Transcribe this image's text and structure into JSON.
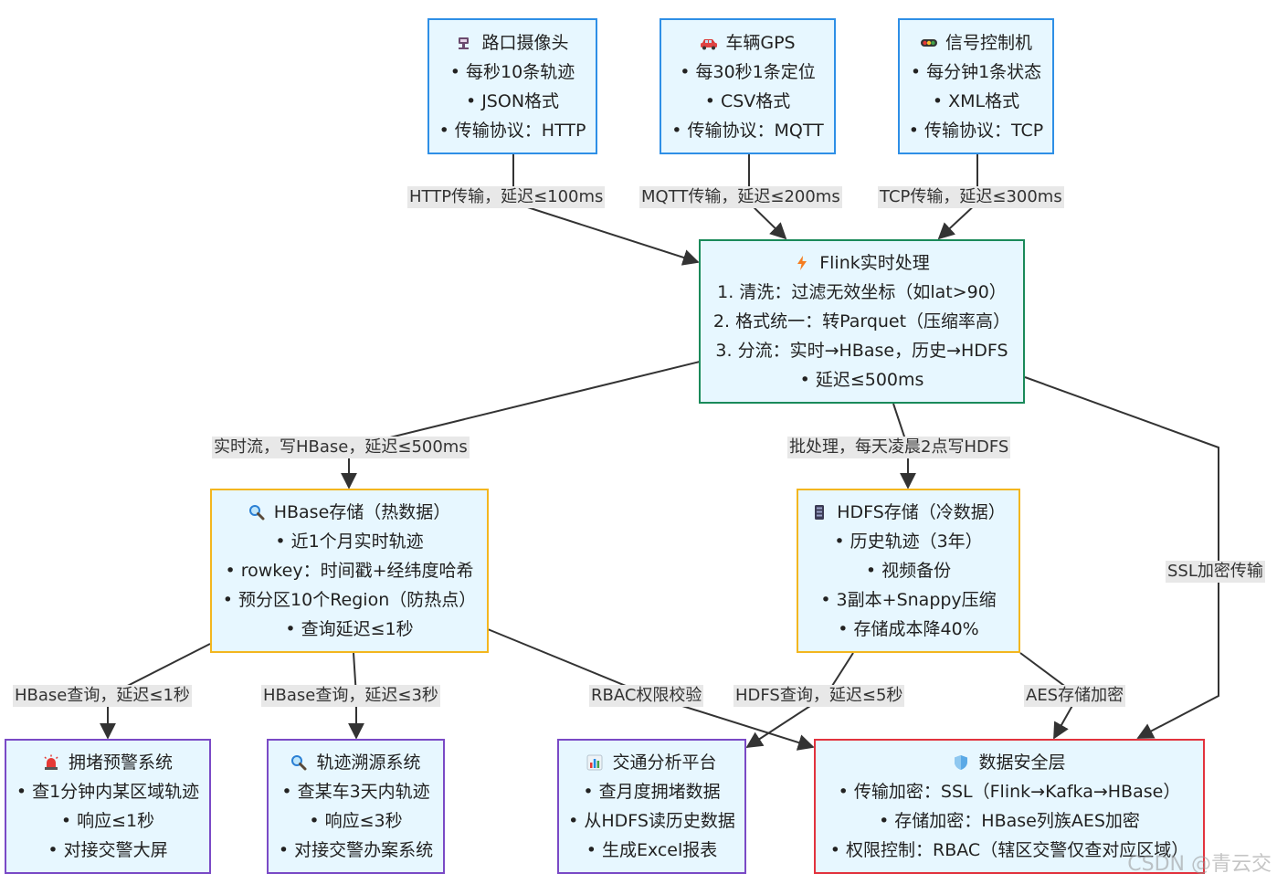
{
  "nodes": {
    "camera": {
      "icon": "camera-icon",
      "title": "路口摄像头",
      "lines": [
        "• 每秒10条轨迹",
        "• JSON格式",
        "• 传输协议：HTTP"
      ]
    },
    "gps": {
      "icon": "car-icon",
      "title": "车辆GPS",
      "lines": [
        "• 每30秒1条定位",
        "• CSV格式",
        "• 传输协议：MQTT"
      ]
    },
    "signal": {
      "icon": "traffic-light-icon",
      "title": "信号控制机",
      "lines": [
        "• 每分钟1条状态",
        "• XML格式",
        "• 传输协议：TCP"
      ]
    },
    "flink": {
      "icon": "lightning-icon",
      "title": "Flink实时处理",
      "lines": [
        "1. 清洗：过滤无效坐标（如lat>90）",
        "2. 格式统一：转Parquet（压缩率高）",
        "3. 分流：实时→HBase，历史→HDFS",
        "• 延迟≤500ms"
      ]
    },
    "hbase": {
      "icon": "magnifier-icon",
      "title": "HBase存储（热数据）",
      "lines": [
        "• 近1个月实时轨迹",
        "• rowkey：时间戳+经纬度哈希",
        "• 预分区10个Region（防热点）",
        "• 查询延迟≤1秒"
      ]
    },
    "hdfs": {
      "icon": "server-icon",
      "title": "HDFS存储（冷数据）",
      "lines": [
        "• 历史轨迹（3年）",
        "• 视频备份",
        "• 3副本+Snappy压缩",
        "• 存储成本降40%"
      ]
    },
    "jam": {
      "icon": "siren-icon",
      "title": "拥堵预警系统",
      "lines": [
        "• 查1分钟内某区域轨迹",
        "• 响应≤1秒",
        "• 对接交警大屏"
      ]
    },
    "trace": {
      "icon": "magnifier-icon",
      "title": "轨迹溯源系统",
      "lines": [
        "• 查某车3天内轨迹",
        "• 响应≤3秒",
        "• 对接交警办案系统"
      ]
    },
    "analysis": {
      "icon": "bar-chart-icon",
      "title": "交通分析平台",
      "lines": [
        "• 查月度拥堵数据",
        "• 从HDFS读历史数据",
        "• 生成Excel报表"
      ]
    },
    "security": {
      "icon": "shield-icon",
      "title": "数据安全层",
      "lines": [
        "• 传输加密：SSL（Flink→Kafka→HBase）",
        "• 存储加密：HBase列族AES加密",
        "• 权限控制：RBAC（辖区交警仅查对应区域）"
      ]
    }
  },
  "edge_labels": {
    "camera_flink": "HTTP传输，延迟≤100ms",
    "gps_flink": "MQTT传输，延迟≤200ms",
    "signal_flink": "TCP传输，延迟≤300ms",
    "flink_hbase": "实时流，写HBase，延迟≤500ms",
    "flink_hdfs": "批处理，每天凌晨2点写HDFS",
    "flink_security": "SSL加密传输",
    "hbase_jam": "HBase查询，延迟≤1秒",
    "hbase_trace": "HBase查询，延迟≤3秒",
    "hbase_security": "RBAC权限校验",
    "hdfs_analysis": "HDFS查询，延迟≤5秒",
    "hdfs_security": "AES存储加密"
  },
  "colors": {
    "node_fill": "#e7f7ff",
    "source_border": "#2e8fe6",
    "processing_border": "#1a8a5a",
    "storage_border": "#f3b61f",
    "app_border": "#7a4ac6",
    "security_border": "#e2333e",
    "edge": "#333333",
    "label_bg": "#e8e8e8"
  },
  "watermark": "CSDN @青云交"
}
